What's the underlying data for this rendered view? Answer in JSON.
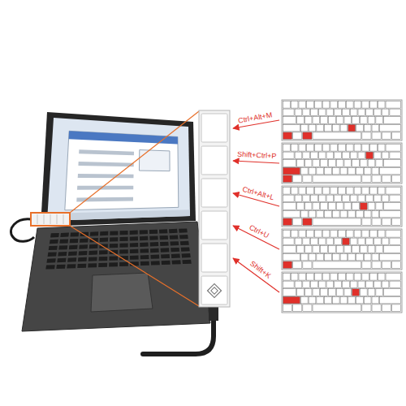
{
  "diagram": {
    "labels": [
      "Ctrl+Alt+M",
      "Shift+Ctrl+P",
      "Ctrl+Alt+L",
      "Ctrl+U",
      "Shift+K"
    ]
  }
}
